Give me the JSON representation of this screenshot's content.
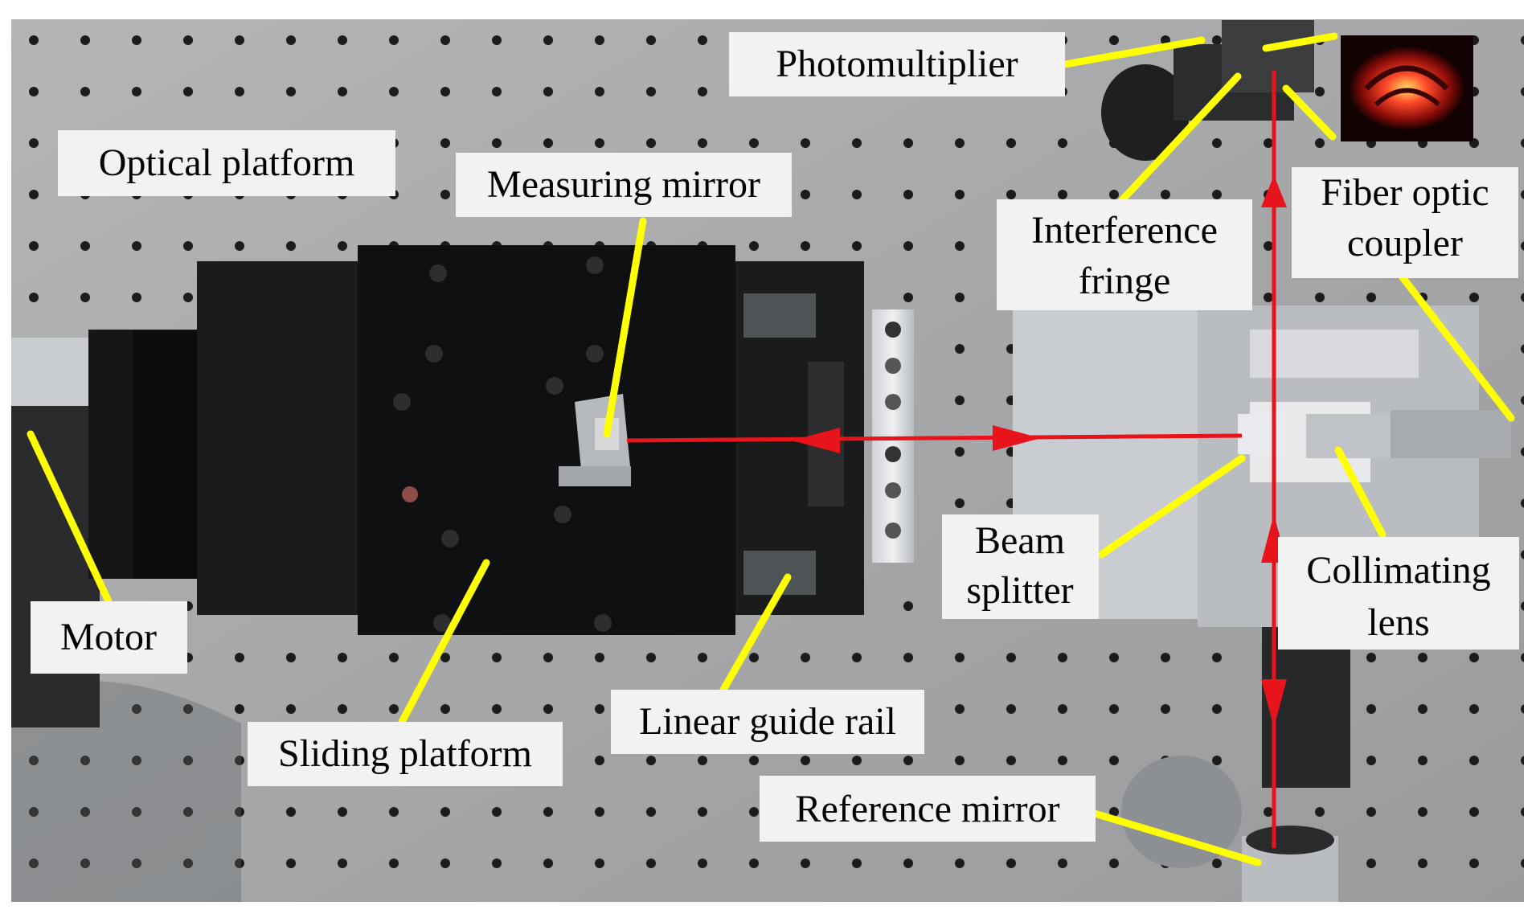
{
  "labels": {
    "photomultiplier": "Photomultiplier",
    "optical_platform": "Optical platform",
    "measuring_mirror": "Measuring mirror",
    "interference_fringe_line1": "Interference",
    "interference_fringe_line2": "fringe",
    "fiber_optic_coupler_line1": "Fiber optic",
    "fiber_optic_coupler_line2": "coupler",
    "beam_splitter_line1": "Beam",
    "beam_splitter_line2": "splitter",
    "collimating_lens_line1": "Collimating",
    "collimating_lens_line2": "lens",
    "motor": "Motor",
    "sliding_platform": "Sliding platform",
    "linear_guide_rail": "Linear guide rail",
    "reference_mirror": "Reference mirror"
  },
  "colors": {
    "leader_line": "#ffff00",
    "laser_beam": "#e8141c",
    "label_box": "#f2f2f2",
    "table_surface": "#a9aaac"
  }
}
